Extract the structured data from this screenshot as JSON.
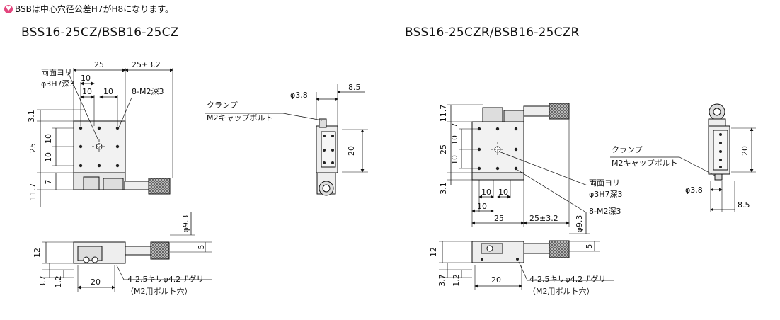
{
  "note": {
    "icon": "pin-icon",
    "text": "BSBは中心穴径公差H7がH8になります。"
  },
  "left_title": "BSS16-25CZ/BSB16-25CZ",
  "right_title": "BSS16-25CZR/BSB16-25CZR",
  "left": {
    "top_dims": [
      "25",
      "25±3.2",
      "10",
      "10",
      "10"
    ],
    "side_dims": [
      "3.1",
      "10",
      "25",
      "10",
      "7",
      "11.7"
    ],
    "ref_hole": [
      "両面ヨリ",
      "φ3H7深3"
    ],
    "tapped": "8-M2深3",
    "clamp": [
      "クランプ",
      "M2キャップボルト"
    ],
    "side_view_dims": [
      "φ3.8",
      "8.5",
      "20"
    ],
    "bottom_dims": [
      "12",
      "3.7",
      "1.2",
      "20",
      "φ9.3",
      "5"
    ],
    "counterbore": [
      "4-2.5キリφ4.2ザグリ",
      "（M2用ボルト穴）"
    ]
  },
  "right": {
    "side_dims": [
      "11.7",
      "7",
      "25",
      "10",
      "10",
      "3.1"
    ],
    "ref_hole": [
      "両面ヨリ",
      "φ3H7深3"
    ],
    "bottom_row_dims": [
      "10",
      "10",
      "10",
      "25",
      "25±3.2"
    ],
    "tapped": "8-M2深3",
    "clamp": [
      "クランプ",
      "M2キャップボルト"
    ],
    "side_view_dims": [
      "20",
      "φ3.8",
      "8.5"
    ],
    "bottom_dims": [
      "12",
      "3.7",
      "1.2",
      "20",
      "φ9.3",
      "5"
    ],
    "counterbore": [
      "4-2.5キリφ4.2ザグリ",
      "（M2用ボルト穴）"
    ]
  }
}
